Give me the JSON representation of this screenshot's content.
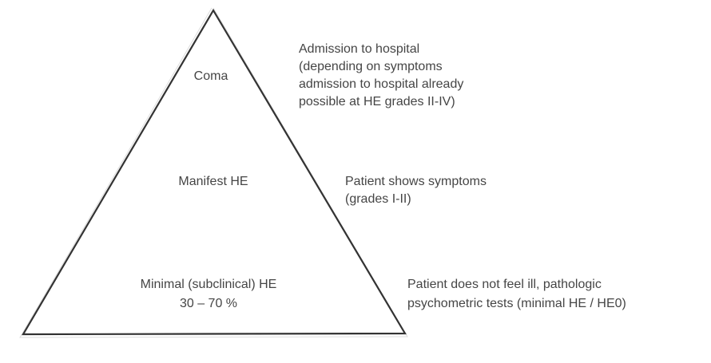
{
  "diagram": {
    "type": "pyramid",
    "levels": [
      {
        "name": "Coma",
        "inside_lines": [
          "Coma"
        ],
        "description_lines": [
          "Admission to hospital",
          "(depending on symptoms",
          "admission to hospital already",
          "possible at HE grades II-IV)"
        ]
      },
      {
        "name": "Manifest HE",
        "inside_lines": [
          "Manifest HE"
        ],
        "description_lines": [
          "Patient shows symptoms",
          "(grades I-II)"
        ]
      },
      {
        "name": "Minimal (subclinical) HE",
        "inside_lines": [
          "Minimal (subclinical) HE",
          "30 – 70 %"
        ],
        "description_lines": [
          "Patient does not feel ill, pathologic",
          "psychometric tests (minimal HE / HE0)"
        ]
      }
    ],
    "colors": {
      "stroke": "#333333",
      "text": "#454545",
      "background": "#ffffff"
    }
  }
}
